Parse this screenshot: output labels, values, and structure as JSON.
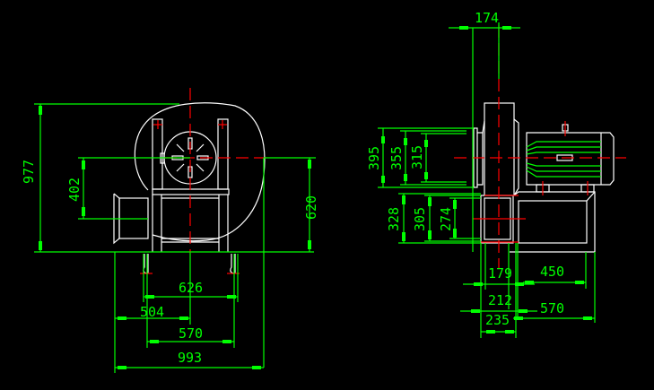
{
  "drawing": {
    "type": "centrifugal fan assembly drawing",
    "background": "#000000",
    "colors": {
      "geometry": "#ffffff",
      "dimension": "#00ff00",
      "centerline": "#ff0000"
    }
  },
  "front_view": {
    "dims": {
      "overall_height": "977",
      "outlet_height": "402",
      "shaft_center_height": "620",
      "anchor_spacing_outer": "626",
      "outlet_offset": "504",
      "anchor_spacing_inner": "570",
      "overall_width": "993"
    }
  },
  "side_view": {
    "dims": {
      "inlet_flange_width": "174",
      "flange_h1": "395",
      "flange_h2": "355",
      "flange_h3": "315",
      "base_h1": "328",
      "base_h2": "305",
      "base_h3": "274",
      "base_w1": "179",
      "motor_base_w1": "450",
      "base_w2": "212",
      "base_w3": "235",
      "motor_base_w2": "570"
    }
  }
}
